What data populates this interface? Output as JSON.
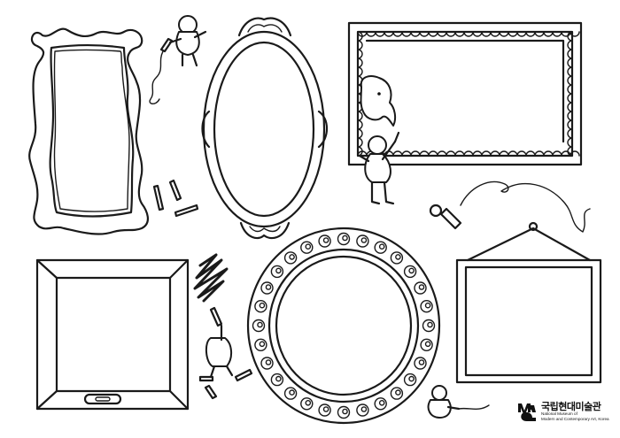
{
  "logo": {
    "korean_name": "국립현대미술관",
    "english_line1": "National Museum of",
    "english_line2": "Modern and Contemporary Art, Korea",
    "mark_color": "#111111"
  },
  "colors": {
    "ink": "#1a1a1a",
    "paper": "#ffffff"
  },
  "icons": [
    "ornate-frame-icon",
    "oval-mirror-icon",
    "scalloped-frame-icon",
    "child-figure-icon",
    "crayon-icon",
    "scribble-icon",
    "spiral-frame-icon",
    "tablet-frame-icon",
    "hanging-frame-icon",
    "paint-tube-icon"
  ]
}
